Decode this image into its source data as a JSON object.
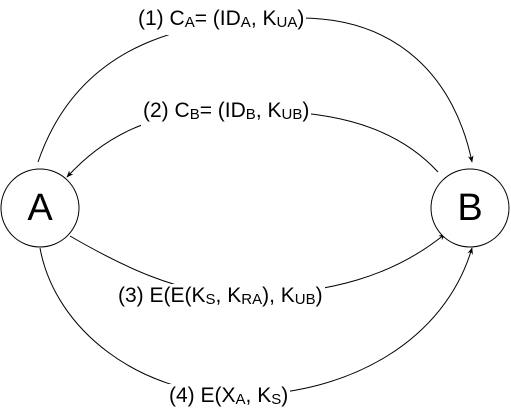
{
  "nodes": {
    "a": "A",
    "b": "B"
  },
  "messages": [
    {
      "step": "(1)",
      "parts": [
        "C",
        "A",
        "= (ID",
        "A",
        ", K",
        "UA",
        ")"
      ]
    },
    {
      "step": "(2)",
      "parts": [
        "C",
        "B",
        "= (ID",
        "B",
        ", K",
        "UB",
        ")"
      ]
    },
    {
      "step": "(3)",
      "parts": [
        "E(E(K",
        "S",
        ", K",
        "RA",
        "), K",
        "UB",
        ")"
      ]
    },
    {
      "step": "(4)",
      "parts": [
        "E(X",
        "A",
        ", K",
        "S",
        ")"
      ]
    }
  ]
}
